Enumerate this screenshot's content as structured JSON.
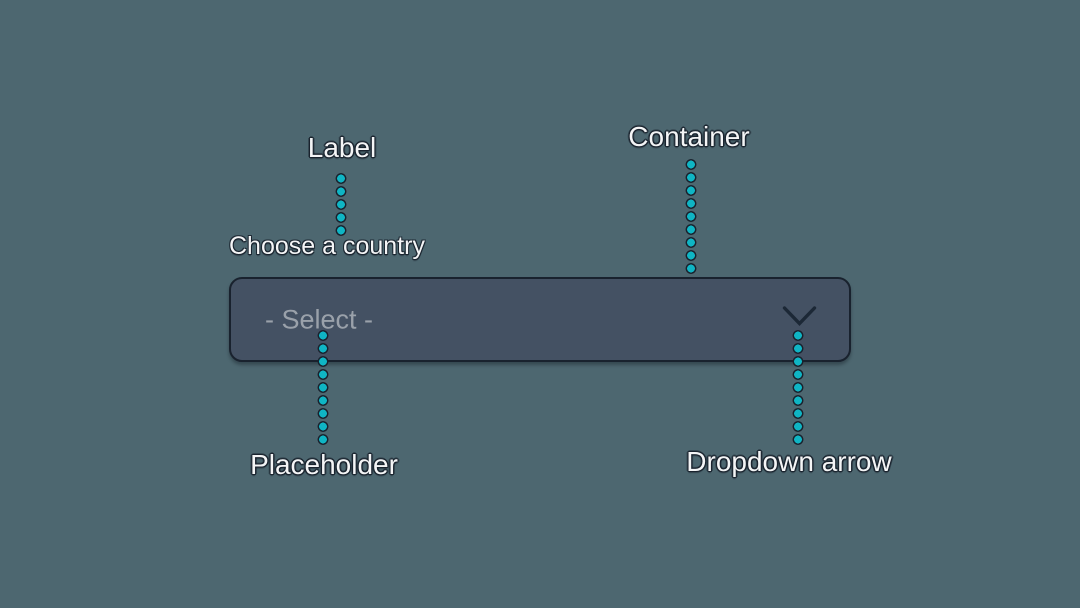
{
  "annotations": {
    "label": "Label",
    "container": "Container",
    "placeholder": "Placeholder",
    "dropdown_arrow": "Dropdown arrow"
  },
  "dropdown": {
    "label": "Choose a country",
    "placeholder": "- Select -"
  },
  "icons": {
    "chevron": "chevron-down-icon"
  },
  "colors": {
    "background": "#4d6770",
    "container_fill": "#445163",
    "outline_dark": "#19222e",
    "accent_teal": "#0fb5c4",
    "annotation_text": "#f4f5f6",
    "placeholder_text": "#9aa1aa"
  }
}
